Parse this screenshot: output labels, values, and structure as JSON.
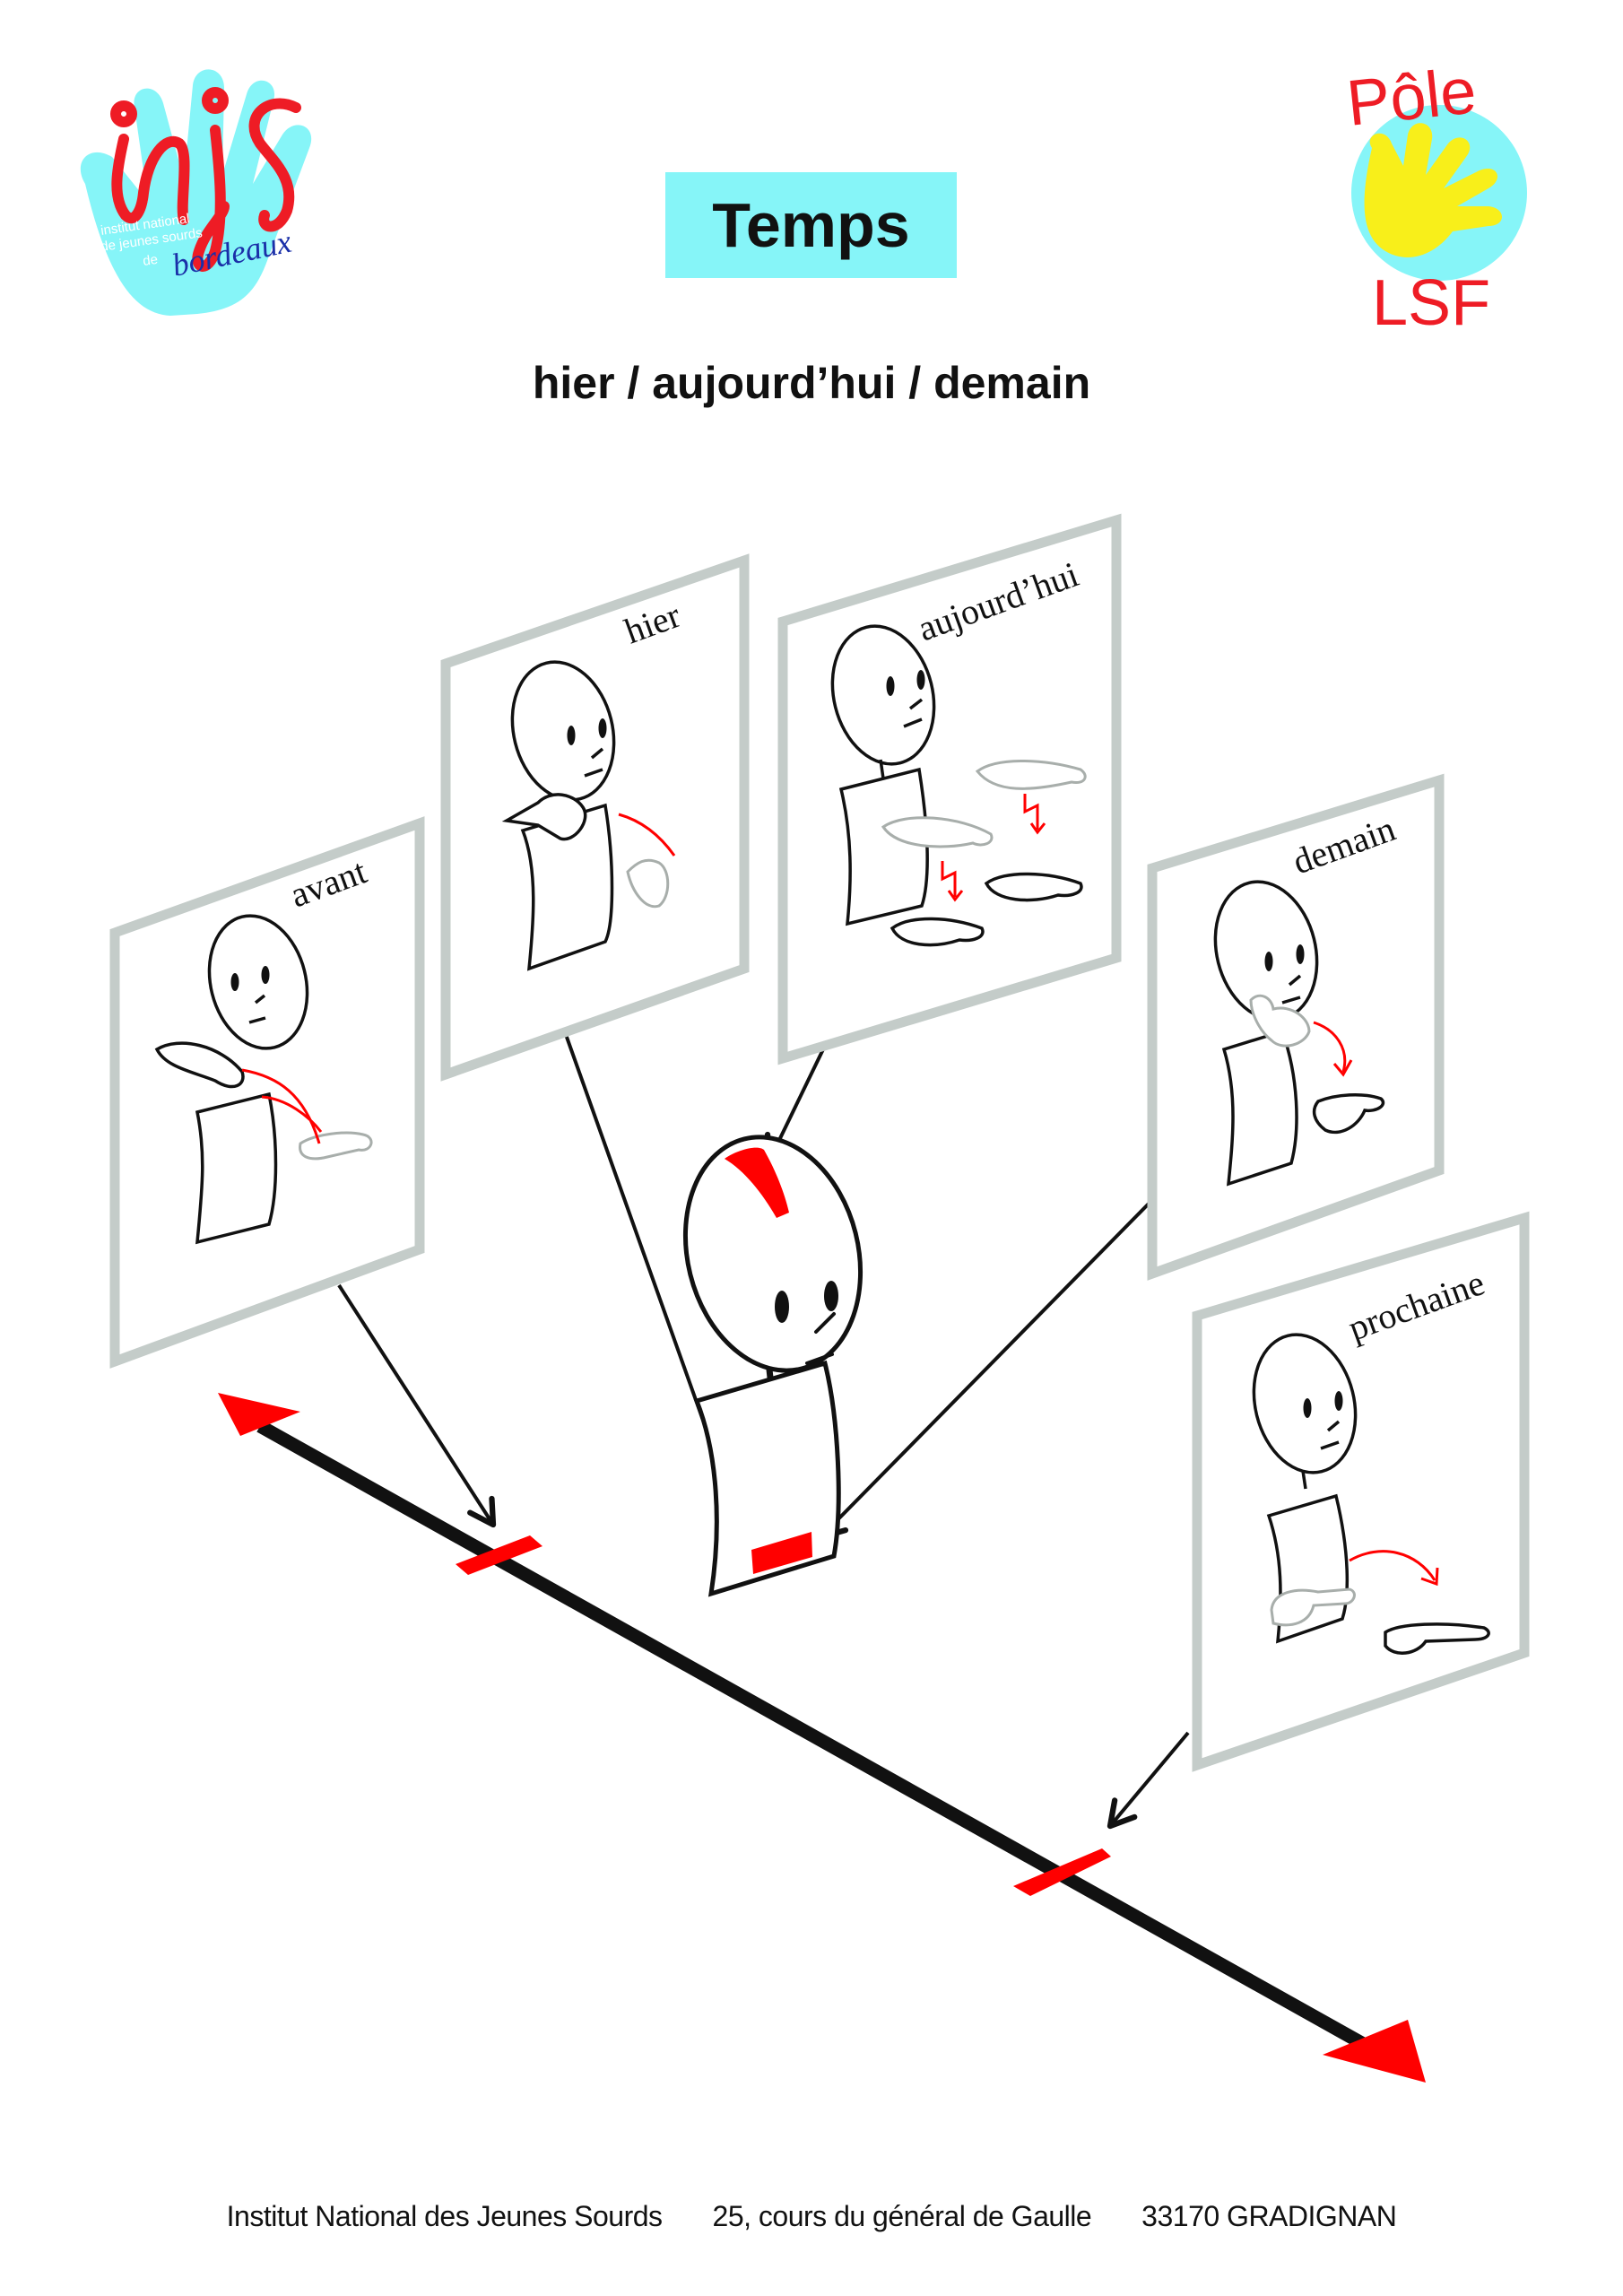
{
  "header": {
    "title": "Temps",
    "subtitle": "hier / aujourd’hui / demain"
  },
  "logos": {
    "left": {
      "wordmark": "injs",
      "line1": "institut national",
      "line2": "de jeunes sourds",
      "line3": "de",
      "city": "bordeaux"
    },
    "right": {
      "top": "Pôle",
      "bottom": "LSF"
    }
  },
  "cards": [
    {
      "id": "avant",
      "label": "avant",
      "sign": "flat-hand-moves-back-to-shoulder"
    },
    {
      "id": "hier",
      "label": "hier",
      "sign": "thumb-moves-back-to-jaw"
    },
    {
      "id": "aujourdhui",
      "label": "aujourd’hui",
      "sign": "two-flat-hands-move-down"
    },
    {
      "id": "demain",
      "label": "demain",
      "sign": "thumb-from-chin-forward-to-index"
    },
    {
      "id": "prochaine",
      "label": "prochaine",
      "sign": "index-moves-forward"
    }
  ],
  "timeline": {
    "direction": "past-to-future",
    "markers": [
      "avant",
      "aujourd’hui",
      "prochaine"
    ]
  },
  "colors": {
    "accent_red": "#ff0000",
    "title_bg": "#86f5f8",
    "card_frame": "#c4ccc9",
    "logo_cyan": "#86f5f8",
    "logo_blue": "#1a2fa8",
    "logo_yellow": "#f8ef1a"
  },
  "footer": {
    "institution": "Institut National des Jeunes Sourds",
    "address": "25, cours du général de Gaulle",
    "city": "33170 GRADIGNAN"
  }
}
